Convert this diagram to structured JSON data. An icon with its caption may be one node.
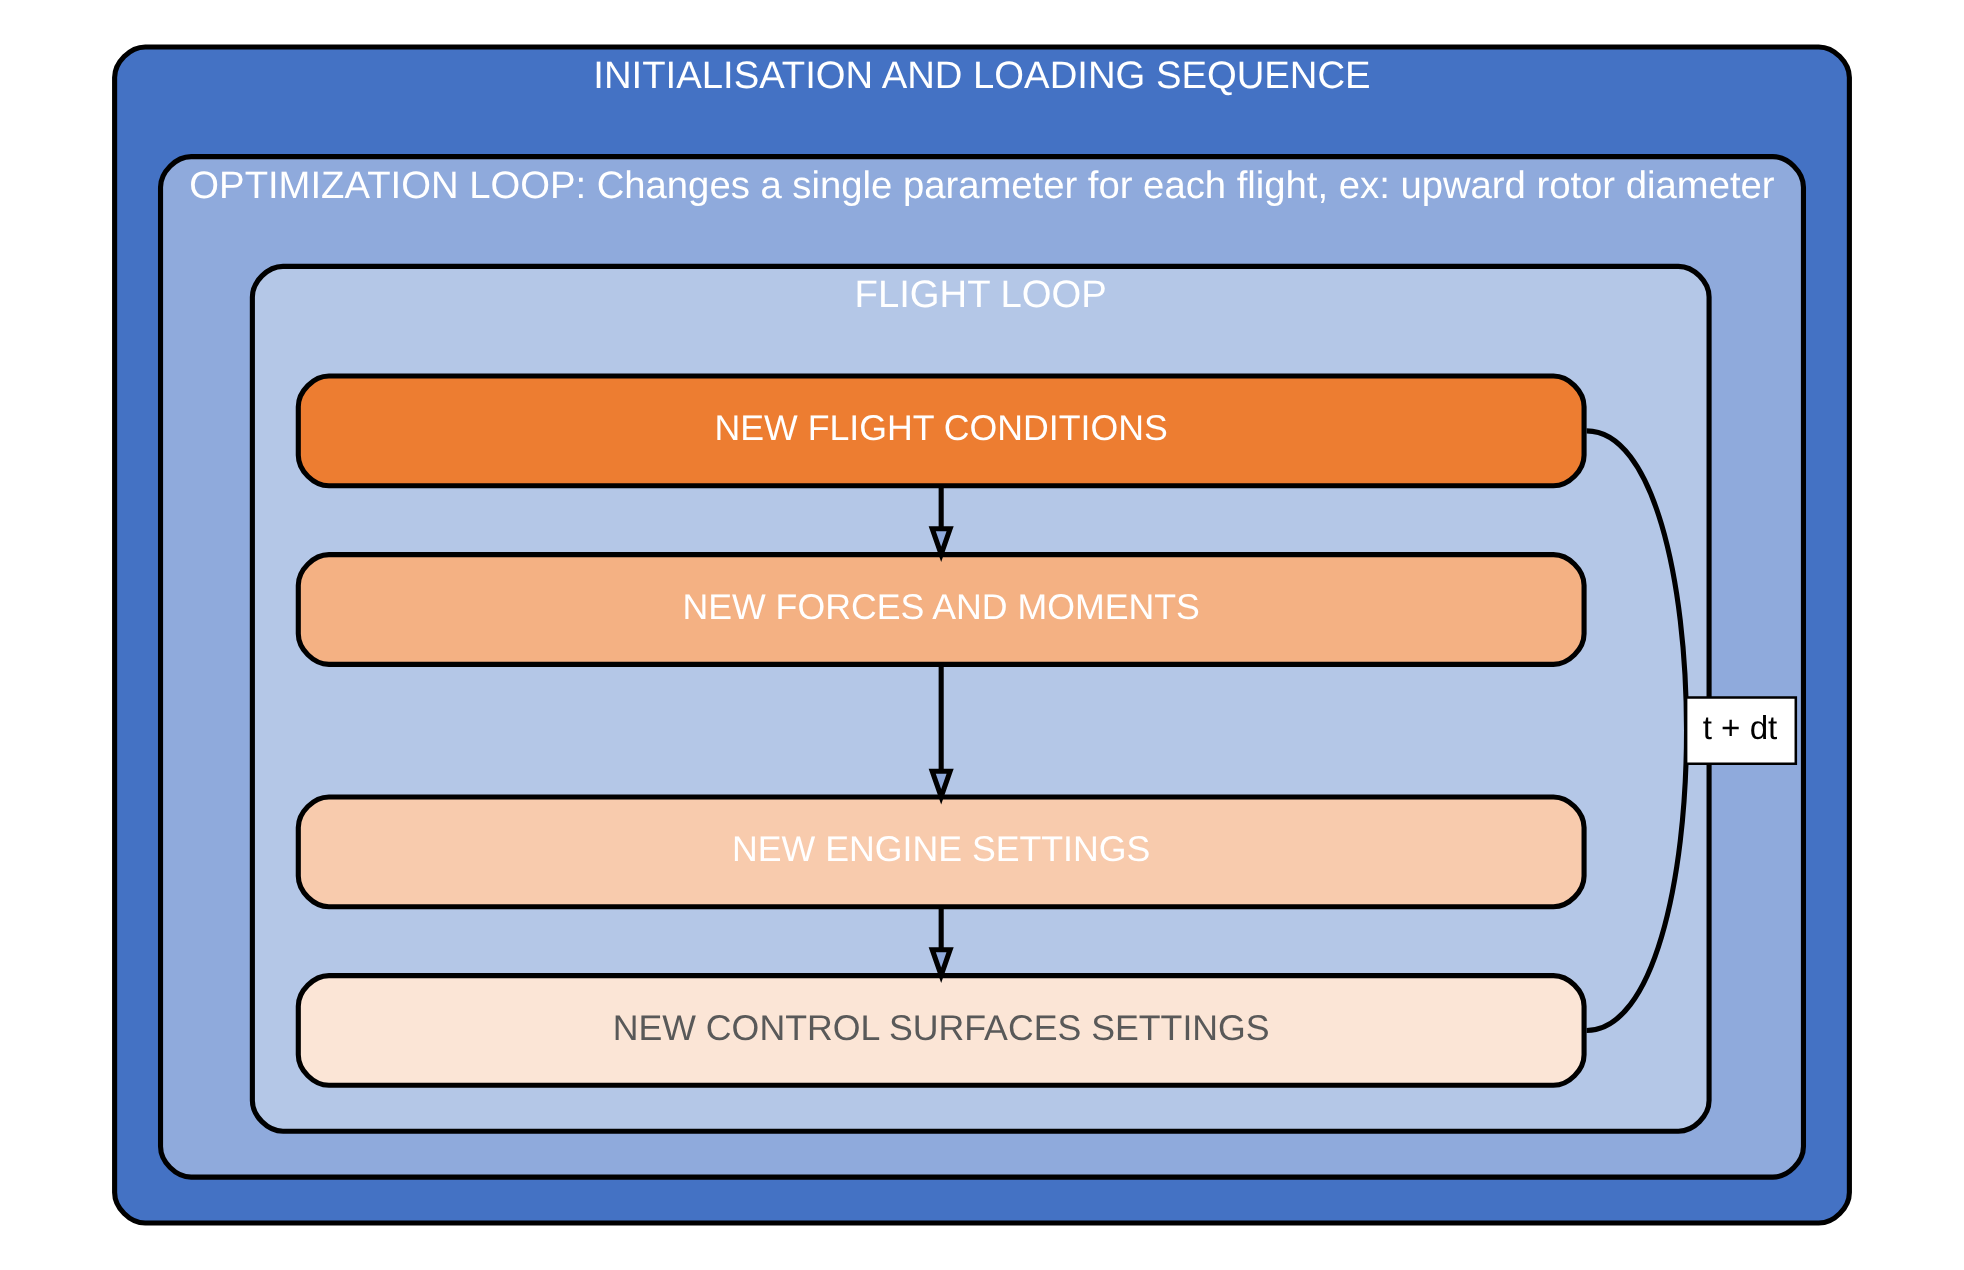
{
  "diagram": {
    "nodes": [
      {
        "text": [
          "INITIALISATION AND LOADING SEQUENCE"
        ]
      },
      {
        "text": [
          "OPTIMIZATION LOOP: Changes a single parameter for each flight, ex: upward rotor diameter"
        ],
        "in": 0
      },
      {
        "text": [
          "FLIGHT LOOP"
        ],
        "in": 1
      },
      {
        "text": [
          "NEW FLIGHT CONDITIONS"
        ],
        "in": 2
      },
      {
        "text": [
          "NEW FORCES AND MOMENTS"
        ],
        "in": 2
      },
      {
        "text": [
          "NEW ENGINE SETTINGS"
        ],
        "in": 2
      },
      {
        "text": [
          "NEW CONTROL SURFACES SETTINGS"
        ],
        "in": 2
      }
    ],
    "edges": [
      {
        "from": 3,
        "to": 4,
        "arrow": "to"
      },
      {
        "from": 4,
        "to": 5,
        "arrow": "to"
      },
      {
        "from": 5,
        "to": 6,
        "arrow": "to"
      },
      {
        "from": 6,
        "to": 3,
        "arrow": "none",
        "label": "t + dt"
      }
    ]
  }
}
